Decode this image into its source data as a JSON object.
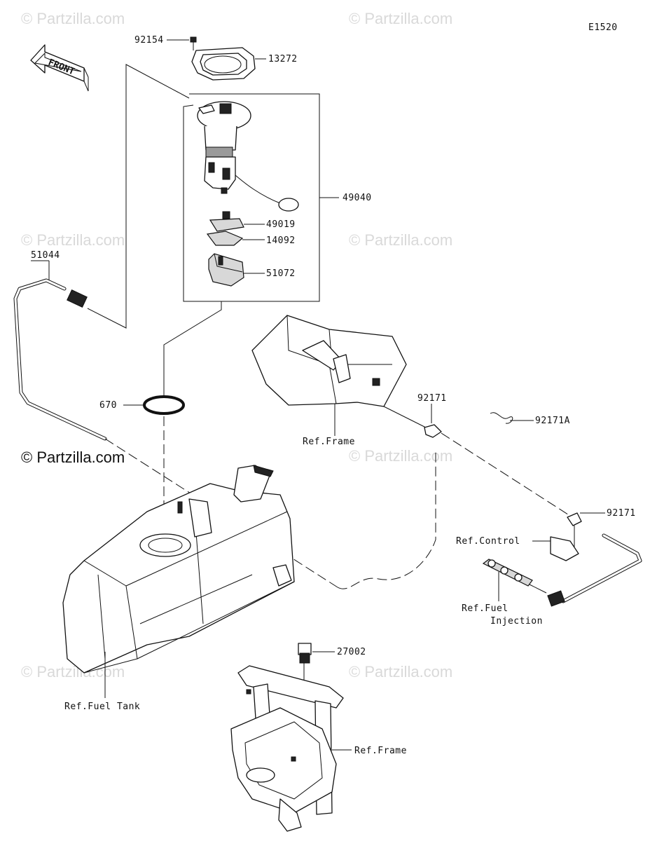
{
  "diagram_code": "E1520",
  "front_label": "FRONT",
  "watermark": "© Partzilla.com",
  "parts": {
    "p92154": "92154",
    "p13272": "13272",
    "p49040": "49040",
    "p49019": "49019",
    "p14092": "14092",
    "p51072": "51072",
    "p51044": "51044",
    "p670": "670",
    "p92171_upper": "92171",
    "p92171A": "92171A",
    "p92171_lower": "92171",
    "p27002": "27002"
  },
  "refs": {
    "frame_upper": "Ref.Frame",
    "control": "Ref.Control",
    "fuel_injection_1": "Ref.Fuel",
    "fuel_injection_2": "Injection",
    "fuel_tank": "Ref.Fuel Tank",
    "frame_lower": "Ref.Frame"
  },
  "colors": {
    "line": "#111111",
    "watermark": "#d9d9d9",
    "background": "#ffffff"
  }
}
